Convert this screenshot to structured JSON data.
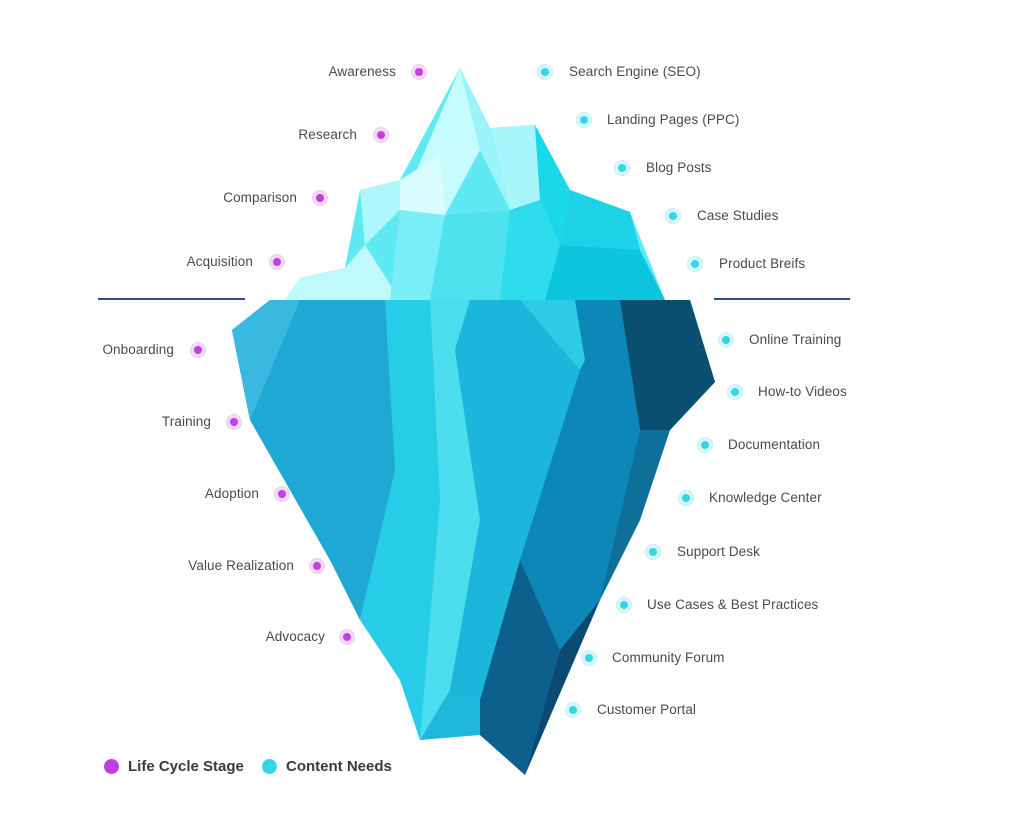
{
  "colors": {
    "stage_dot": "#c23fe0",
    "content_dot": "#34d6e6",
    "waterline": "#2a4f8f",
    "ice_light": "#a8f6fb",
    "ice_mid": "#2fd9ea",
    "ice_deep": "#0b6f9a"
  },
  "lifecycle_stages": [
    "Awareness",
    "Research",
    "Comparison",
    "Acquisition",
    "Onboarding",
    "Training",
    "Adoption",
    "Value Realization",
    "Advocacy"
  ],
  "content_needs": [
    "Search Engine (SEO)",
    "Landing Pages (PPC)",
    "Blog Posts",
    "Case Studies",
    "Product Breifs",
    "Online Training",
    "How-to Videos",
    "Documentation",
    "Knowledge Center",
    "Support Desk",
    "Use Cases & Best Practices",
    "Community Forum",
    "Customer Portal"
  ],
  "legend": {
    "stage_label": "Life Cycle Stage",
    "content_label": "Content Needs"
  }
}
